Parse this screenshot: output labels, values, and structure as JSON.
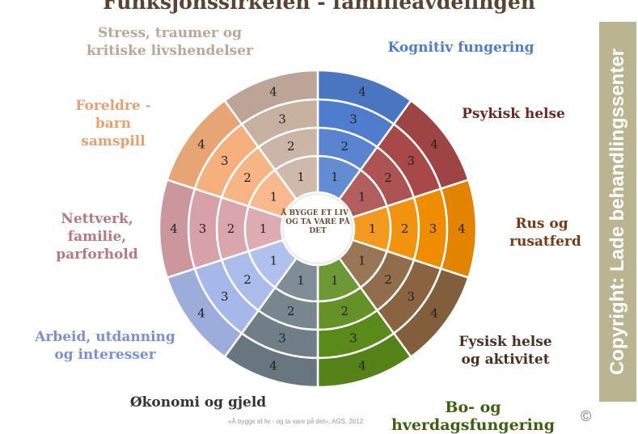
{
  "title": "Funksjonssirkelen - familieavdelingen",
  "center_text": "Å BYGGE ET LIV – OG TA VARE PÅ DET",
  "ring_values": [
    "1",
    "2",
    "3",
    "4"
  ],
  "segments": [
    {
      "label": "Kognitiv fungering",
      "color": "#4f7ccc",
      "text_color": "#4f7ccc"
    },
    {
      "label": "Psykisk helse",
      "color": "#a84848",
      "text_color": "#6a2a22"
    },
    {
      "label": "Rus og rusatferd",
      "color": "#f08c00",
      "text_color": "#7a3a10"
    },
    {
      "label": "Fysisk helse og aktivitet",
      "color": "#8a6440",
      "text_color": "#4a3020"
    },
    {
      "label": "Bo- og hverdagsfungering",
      "color": "#5a8a1a",
      "text_color": "#3f5f10"
    },
    {
      "label": "Økonomi og gjeld",
      "color": "#6f7e88",
      "text_color": "#333"
    },
    {
      "label": "Arbeid, utdanning og interesser",
      "color": "#a6b8ea",
      "text_color": "#7a90d0"
    },
    {
      "label": "Nettverk, familie, parforhold",
      "color": "#d8a0a8",
      "text_color": "#b87880"
    },
    {
      "label": "Foreldre - barn samspill",
      "color": "#f6b07e",
      "text_color": "#e8a070"
    },
    {
      "label": "Stress, traumer og kritiske livshendelser",
      "color": "#c8b0a0",
      "text_color": "#b8a898"
    }
  ],
  "watermark": "Copyright: Lade behandlingssenter",
  "caption": "«Å bygge et liv - og ta vare på det», AGS, 2012",
  "copyright_symbol": "©"
}
